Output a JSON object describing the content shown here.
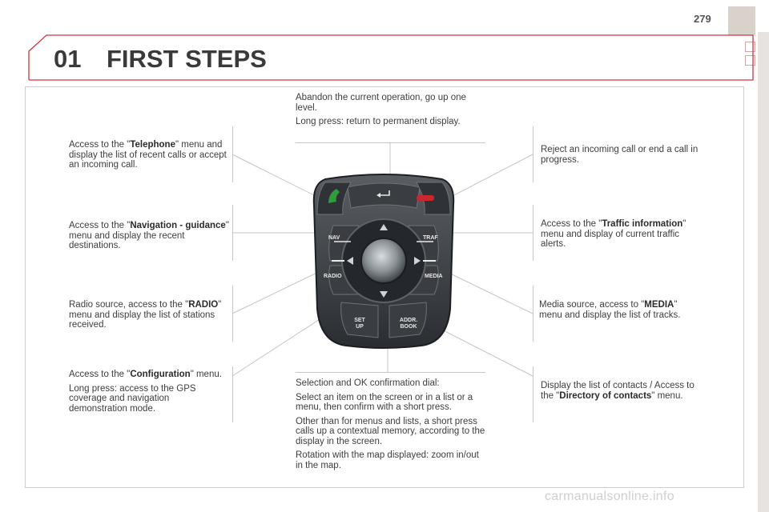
{
  "page_number": "279",
  "chapter": {
    "number": "01",
    "title": "FIRST STEPS"
  },
  "callouts": {
    "telephone": {
      "pre": "Access to the \"",
      "bold": "Telephone",
      "post": "\" menu and display the list of recent calls or accept an incoming call."
    },
    "navigation": {
      "pre": "Access to the \"",
      "bold": "Navigation - guidance",
      "post": "\" menu and display the recent destinations."
    },
    "radio": {
      "pre": "Radio source, access to the \"",
      "bold": "RADIO",
      "post": "\" menu and display the list of stations received."
    },
    "configuration": {
      "pre": "Access to the \"",
      "bold": "Configuration",
      "post": "\" menu.",
      "p2": "Long press: access to the GPS coverage and navigation demonstration mode."
    },
    "back": {
      "p1": "Abandon the current operation, go up one level.",
      "p2": "Long press: return to permanent display."
    },
    "dial": {
      "p1": "Selection and OK confirmation dial:",
      "p2": "Select an item on the screen or in a list or a menu, then confirm with a short press.",
      "p3": "Other than for menus and lists, a short press calls up a contextual memory, according to the display in the screen.",
      "p4": "Rotation with the map displayed: zoom in/out in the map."
    },
    "reject": {
      "text": "Reject an incoming call or end a call in progress."
    },
    "traffic": {
      "pre": "Access to the \"",
      "bold": "Traffic information",
      "post": "\" menu and display of current traffic alerts."
    },
    "media": {
      "pre": "Media source, access to \"",
      "bold": "MEDIA",
      "post": "\" menu and display the list of tracks."
    },
    "contacts": {
      "pre": "Display the list of contacts / Access to the \"",
      "bold": "Directory of contacts",
      "post": "\" menu."
    }
  },
  "device_labels": {
    "nav": "NAV",
    "traf": "TRAF",
    "radio": "RADIO",
    "media": "MEDIA",
    "setup": "SET UP",
    "addr": "ADDR. BOOK"
  },
  "colors": {
    "accent_red": "#d5313d",
    "call_green": "#2e9e3a",
    "hangup_red": "#c8282d",
    "device_dark": "#2a2d31"
  },
  "footer": "carmanualsonline.info"
}
